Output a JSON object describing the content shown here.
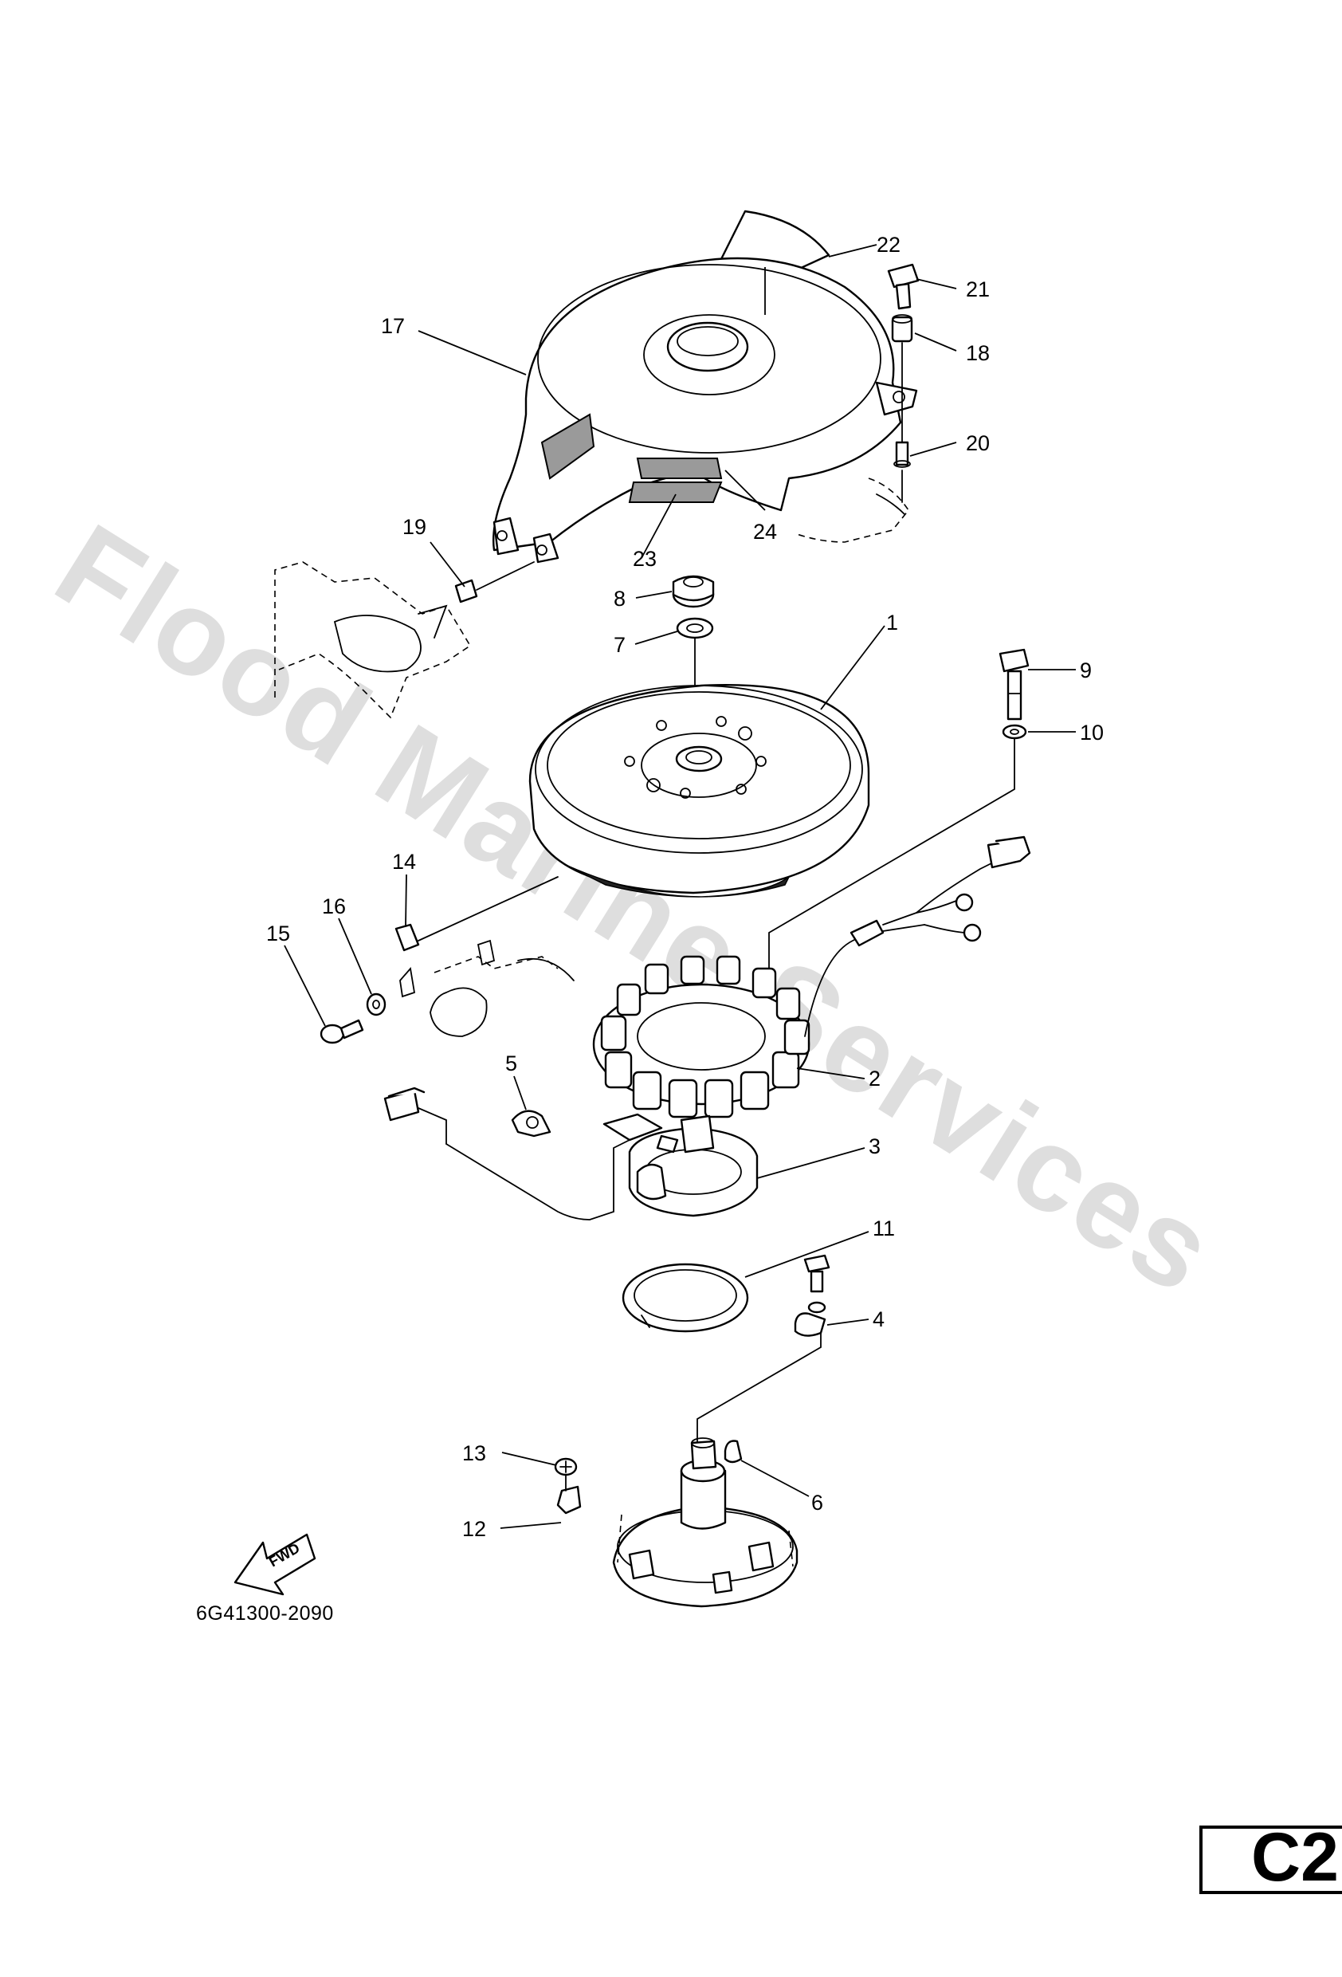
{
  "watermark": "Flood Marine Services",
  "diagram_code": "6G41300-2090",
  "page_label": "C2",
  "fwd_label": "FWD",
  "callouts": [
    "1",
    "2",
    "3",
    "4",
    "5",
    "6",
    "7",
    "8",
    "9",
    "10",
    "11",
    "12",
    "13",
    "14",
    "15",
    "16",
    "17",
    "18",
    "19",
    "20",
    "21",
    "22",
    "23",
    "24"
  ]
}
